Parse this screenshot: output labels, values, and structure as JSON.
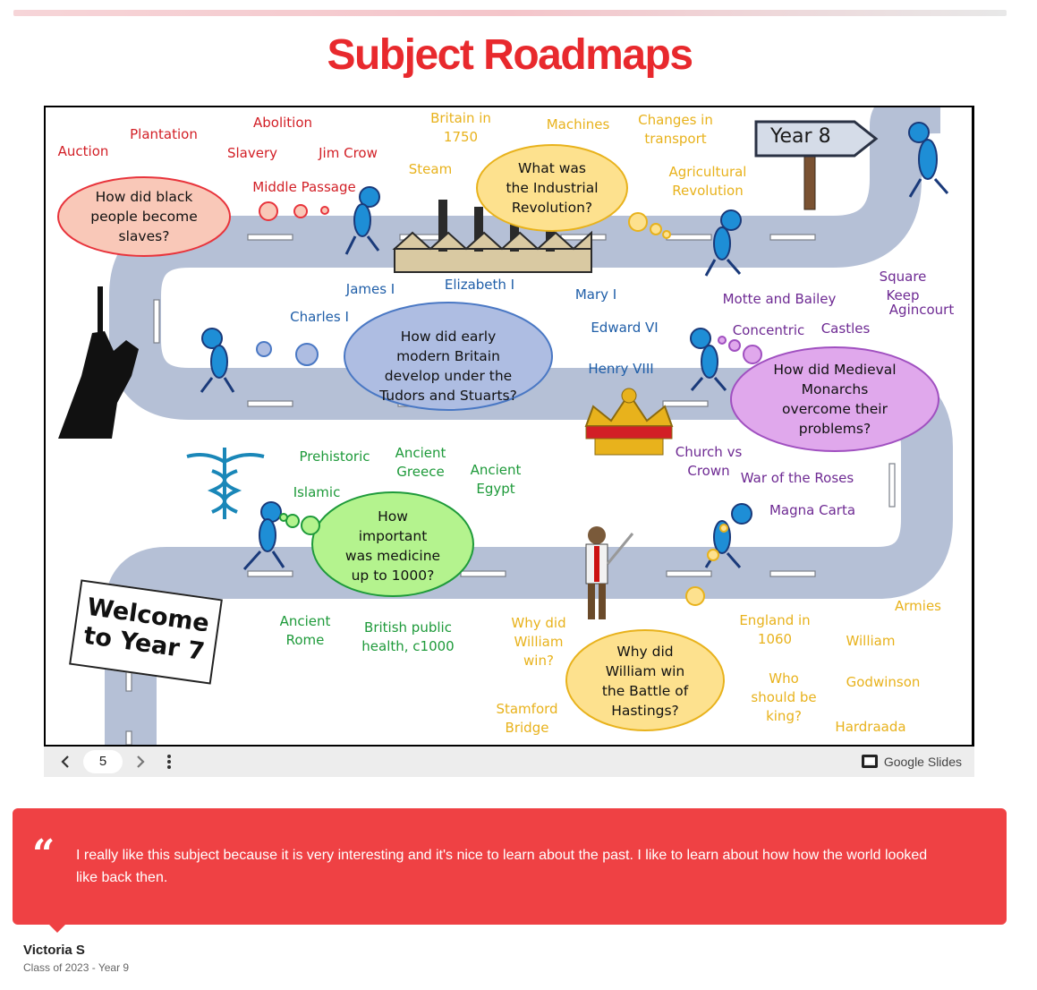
{
  "page": {
    "title": "Subject Roadmaps"
  },
  "slide": {
    "year8_sign": "Year 8",
    "welcome_sign": "Welcome\nto Year 7",
    "clouds": {
      "slavery": "How did black\npeople become\nslaves?",
      "industrial": "What was\nthe Industrial\nRevolution?",
      "tudors": "How did early\nmodern Britain\ndevelop under the\nTudors and Stuarts?",
      "medieval": "How did Medieval\nMonarchs\novercome their\nproblems?",
      "medicine": "How\nimportant\nwas medicine\nup to 1000?",
      "hastings": "Why did\nWilliam win\nthe Battle of\nHastings?"
    },
    "labels": {
      "auction": "Auction",
      "plantation": "Plantation",
      "abolition": "Abolition",
      "slavery": "Slavery",
      "jim_crow": "Jim Crow",
      "middle_passage": "Middle Passage",
      "britain_1750": "Britain in\n1750",
      "machines": "Machines",
      "changes_transport": "Changes in\ntransport",
      "steam": "Steam",
      "agricultural_revolution": "Agricultural\nRevolution",
      "james_i": "James I",
      "elizabeth_i": "Elizabeth I",
      "mary_i": "Mary I",
      "charles_i": "Charles I",
      "edward_vi": "Edward VI",
      "henry_viii": "Henry VIII",
      "square_keep": "Square Keep",
      "motte_bailey": "Motte and Bailey",
      "agincourt": "Agincourt",
      "concentric": "Concentric",
      "castles": "Castles",
      "church_crown": "Church vs\nCrown",
      "war_roses": "War of the Roses",
      "magna_carta": "Magna Carta",
      "prehistoric": "Prehistoric",
      "ancient_greece": "Ancient\nGreece",
      "ancient_egypt": "Ancient\nEgypt",
      "islamic": "Islamic",
      "ancient_rome": "Ancient\nRome",
      "british_public_health": "British public\nhealth, c1000",
      "why_william": "Why did\nWilliam\nwin?",
      "stamford_bridge": "Stamford\nBridge",
      "england_1060": "England in\n1060",
      "who_king": "Who\nshould be\nking?",
      "armies": "Armies",
      "william": "William",
      "godwinson": "Godwinson",
      "hardraada": "Hardraada"
    }
  },
  "controls": {
    "prev_icon": "chevron-left-icon",
    "page_number": "5",
    "next_icon": "chevron-right-icon",
    "more_icon": "more-vertical-icon",
    "brand": "Google Slides"
  },
  "testimonial": {
    "quote": "I really like this subject because it is very interesting and it's nice to learn about the past. I like to learn about how how the world looked like back then.",
    "author": "Victoria S",
    "subtitle": "Class of 2023 - Year 9"
  },
  "colors": {
    "title_red": "#e8292d",
    "quote_bg": "#ef4144",
    "road": "#b5c0d6"
  }
}
